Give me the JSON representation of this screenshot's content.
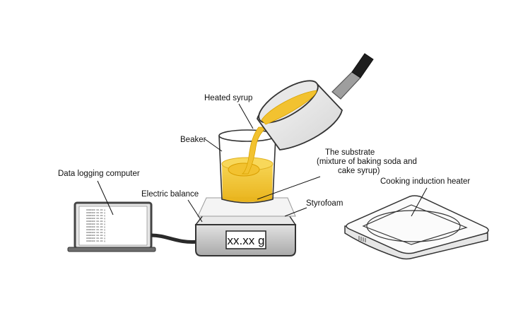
{
  "labels": {
    "heated_syrup": "Heated syrup",
    "beaker": "Beaker",
    "substrate_line1": "The substrate",
    "substrate_line2": "(mixture of baking soda and",
    "substrate_line3": "cake syrup)",
    "data_logging_computer": "Data logging computer",
    "electric_balance": "Electric balance",
    "styrofoam": "Styrofoam",
    "cooking_induction_heater": "Cooking induction heater"
  },
  "balance_display": "xx.xx g",
  "screen_log_line": "0000000 00.00 g",
  "colors": {
    "syrup": "#f2c230",
    "syrup_dark": "#e0a800",
    "outline": "#222222",
    "balance_body": "#c9c9c9",
    "styrofoam": "#f4f4f4"
  }
}
